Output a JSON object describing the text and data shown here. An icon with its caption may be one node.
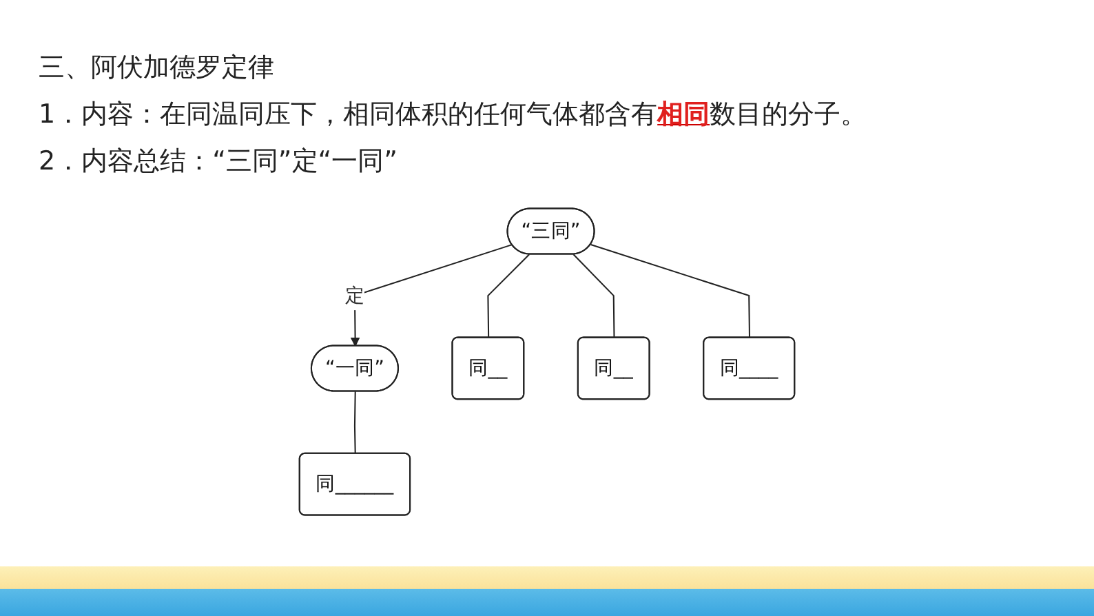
{
  "diagram": {
    "title": "三、阿伏加德罗定律",
    "nodes": [
      {
        "text": [
          "“三同”"
        ]
      },
      {
        "text": [
          "“一同”"
        ]
      },
      {
        "text": [
          "同__"
        ]
      },
      {
        "text": [
          "同__"
        ]
      },
      {
        "text": [
          "同____"
        ]
      },
      {
        "text": [
          "同______"
        ]
      }
    ],
    "edges": [
      {
        "from": 0,
        "to": 1,
        "arrow": "to",
        "label": "定"
      },
      {
        "from": 0,
        "to": 2,
        "arrow": "none"
      },
      {
        "from": 0,
        "to": 3,
        "arrow": "none"
      },
      {
        "from": 0,
        "to": 4,
        "arrow": "none"
      },
      {
        "from": 1,
        "to": 5,
        "arrow": "none"
      }
    ],
    "labels": [
      "1．内容：在同温同压下，相同体积的任何气体都含有**相同**数目的分子。",
      "2．内容总结：“三同”定“一同”"
    ]
  }
}
